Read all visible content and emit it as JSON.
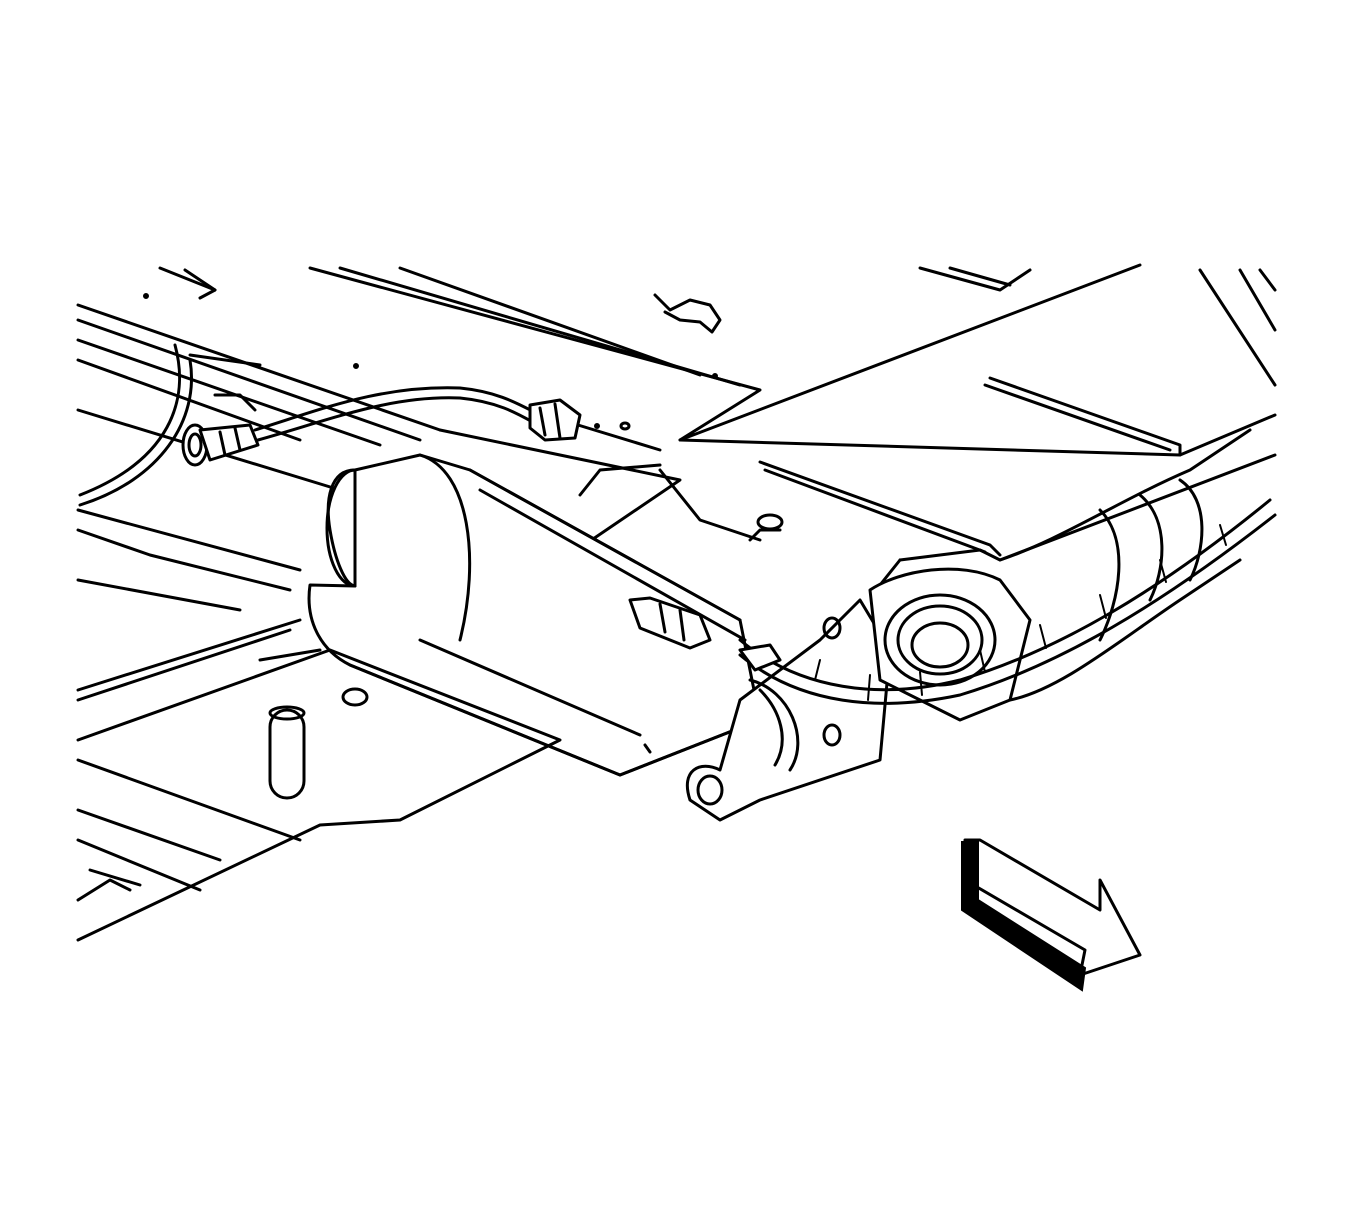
{
  "figure": {
    "background": "#ffffff",
    "line_color": "#000000",
    "parts": [
      "floor-pan",
      "exhaust-pipe",
      "catalytic-converter",
      "oxygen-sensor",
      "sensor-harness",
      "harness-connector",
      "exhaust-manifold-flange",
      "heat-shield",
      "direction-arrow-icon"
    ]
  }
}
